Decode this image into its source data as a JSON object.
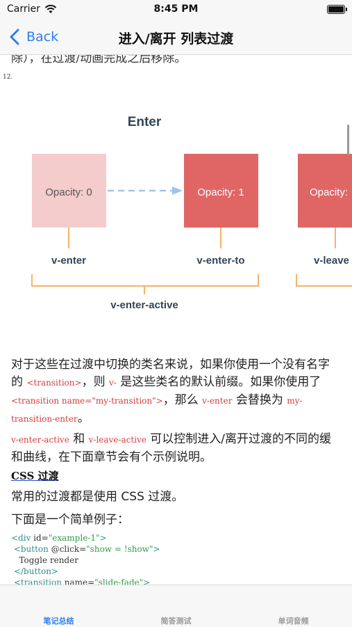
{
  "status_bar": {
    "carrier": "Carrier",
    "time": "8:45 PM"
  },
  "nav": {
    "back_label": "Back",
    "title": "进入/离开 列表过渡"
  },
  "content": {
    "cut_text": "除），在过渡/动画完成之后移除。",
    "footnote": "12.",
    "diagram": {
      "title": "Enter",
      "box1": "Opacity: 0",
      "box2": "Opacity: 1",
      "box3": "Opacity:",
      "label1": "v-enter",
      "label2": "v-enter-to",
      "label3": "v-leave",
      "range_label": "v-enter-active",
      "colors": {
        "box1": "#f4cccc",
        "box2": "#e06666",
        "orange": "#f6b26b",
        "arrow": "#9fc5e8"
      }
    },
    "para1": {
      "t1": "对于这些在过渡中切换的类名来说，如果你使用一个没有名字的 ",
      "c1": "<transition>",
      "t2": "，则 ",
      "c2": "v-",
      "t3": " 是这些类名的默认前缀。如果你使用了 ",
      "c3": "<transition name=\"my-transition\">",
      "t4": "，那么 ",
      "c4": "v-enter",
      "t5": " 会替换为 ",
      "c5": "my-transition-enter",
      "t6": "。"
    },
    "para2": {
      "c1": "v-enter-active",
      "t1": " 和 ",
      "c2": "v-leave-active",
      "t2": " 可以控制进入/离开过渡的不同的缓和曲线，在下面章节会有个示例说明。"
    },
    "heading": "CSS 过渡",
    "para3": "常用的过渡都是使用 CSS 过渡。",
    "para4": "下面是一个简单例子：",
    "code": {
      "l1_tag1": "<div",
      "l1_attr": " id=",
      "l1_val": "\"example-1\"",
      "l1_tag2": ">",
      "l2_tag1": " <button",
      "l2_attr": " @click=",
      "l2_val": "\"show = !show\"",
      "l2_tag2": ">",
      "l3": "   Toggle render",
      "l4": " </button>",
      "l5_tag1": " <transition",
      "l5_attr": " name=",
      "l5_val": "\"slide-fade\"",
      "l5_tag2": ">"
    }
  },
  "tabs": [
    {
      "label": "笔记总结"
    },
    {
      "label": "简答测试"
    },
    {
      "label": "单词音频"
    }
  ],
  "colors": {
    "accent": "#2a7df5",
    "inline_code": "#d63c3c"
  }
}
